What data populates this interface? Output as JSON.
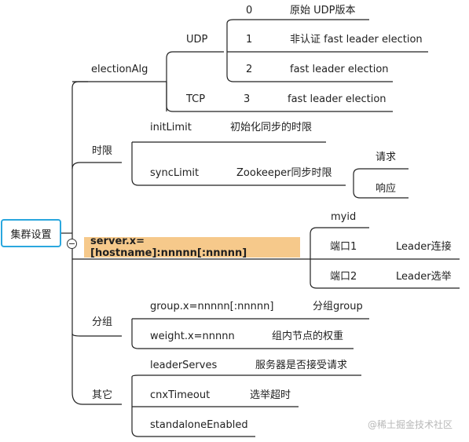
{
  "root": {
    "label": "集群设置",
    "collapse_symbol": "−"
  },
  "election": {
    "label": "electionAlg",
    "udp": {
      "label": "UDP",
      "options": [
        {
          "code": "0",
          "desc": "原始 UDP版本"
        },
        {
          "code": "1",
          "desc": "非认证 fast leader election"
        },
        {
          "code": "2",
          "desc": "fast leader election"
        }
      ]
    },
    "tcp": {
      "label": "TCP",
      "code": "3",
      "desc": "fast leader election"
    }
  },
  "time_limit": {
    "label": "时限",
    "init": {
      "key": "initLimit",
      "desc": "初始化同步的时限"
    },
    "sync": {
      "key": "syncLimit",
      "desc": "Zookeeper同步时限",
      "children": [
        "请求",
        "响应"
      ]
    }
  },
  "server": {
    "label": "server.x=[hostname]:nnnnn[:nnnnn]",
    "myid": "myid",
    "port1": {
      "key": "端口1",
      "desc": "Leader连接"
    },
    "port2": {
      "key": "端口2",
      "desc": "Leader选举"
    }
  },
  "group": {
    "label": "分组",
    "group_item": {
      "key": "group.x=nnnnn[:nnnnn]",
      "desc": "分组group"
    },
    "weight_item": {
      "key": "weight.x=nnnnn",
      "desc": "组内节点的权重"
    }
  },
  "other": {
    "label": "其它",
    "leader_serves": {
      "key": "leaderServes",
      "desc": "服务器是否接受请求"
    },
    "cnx_timeout": {
      "key": "cnxTimeout",
      "desc": "选举超时"
    },
    "standalone": {
      "key": "standaloneEnabled"
    }
  },
  "watermark": "@稀土掘金技术社区",
  "colors": {
    "root_border": "#2aa7de",
    "highlight": "#f6c98b",
    "line": "#222222"
  }
}
